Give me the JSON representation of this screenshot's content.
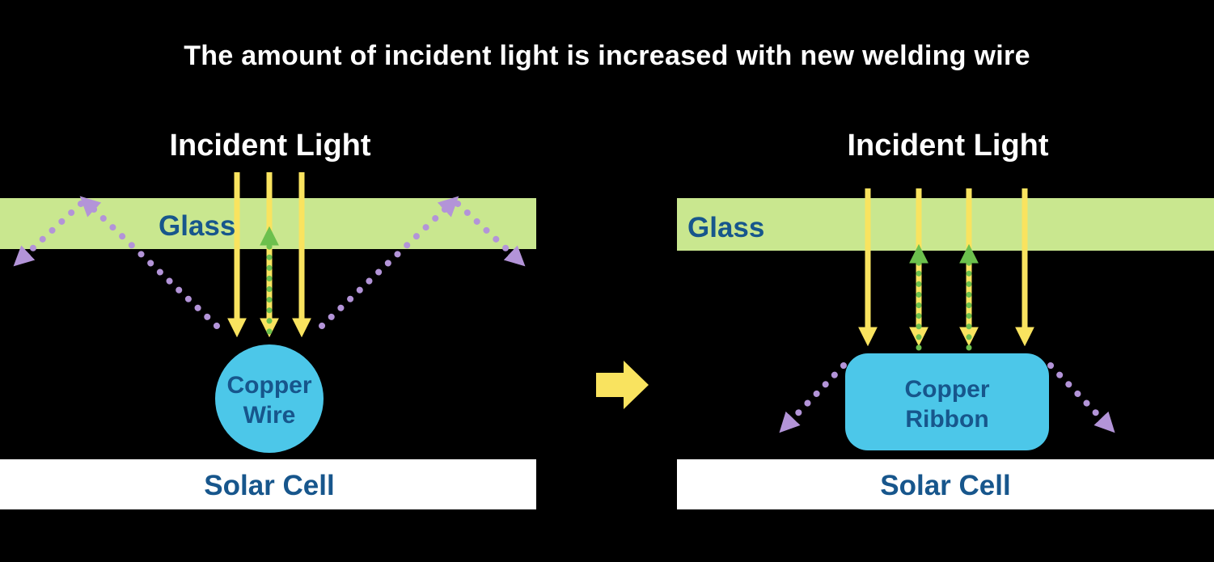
{
  "title": "The amount of incident light is increased with new welding wire",
  "colors": {
    "background": "#000000",
    "title_text": "#ffffff",
    "glass_fill": "#c9e78f",
    "incident_yellow": "#f9e35f",
    "reflection_green": "#6cc04d",
    "scatter_purple": "#b394d8",
    "copper_cyan": "#4cc7e9",
    "label_blue": "#17568c",
    "solar_cell_fill": "#ffffff"
  },
  "left_panel": {
    "incident_light_label": "Incident Light",
    "glass_label": "Glass",
    "copper_label_line1": "Copper",
    "copper_label_line2": "Wire",
    "solar_cell_label": "Solar Cell"
  },
  "right_panel": {
    "incident_light_label": "Incident Light",
    "glass_label": "Glass",
    "copper_label_line1": "Copper",
    "copper_label_line2": "Ribbon",
    "solar_cell_label": "Solar Cell"
  }
}
